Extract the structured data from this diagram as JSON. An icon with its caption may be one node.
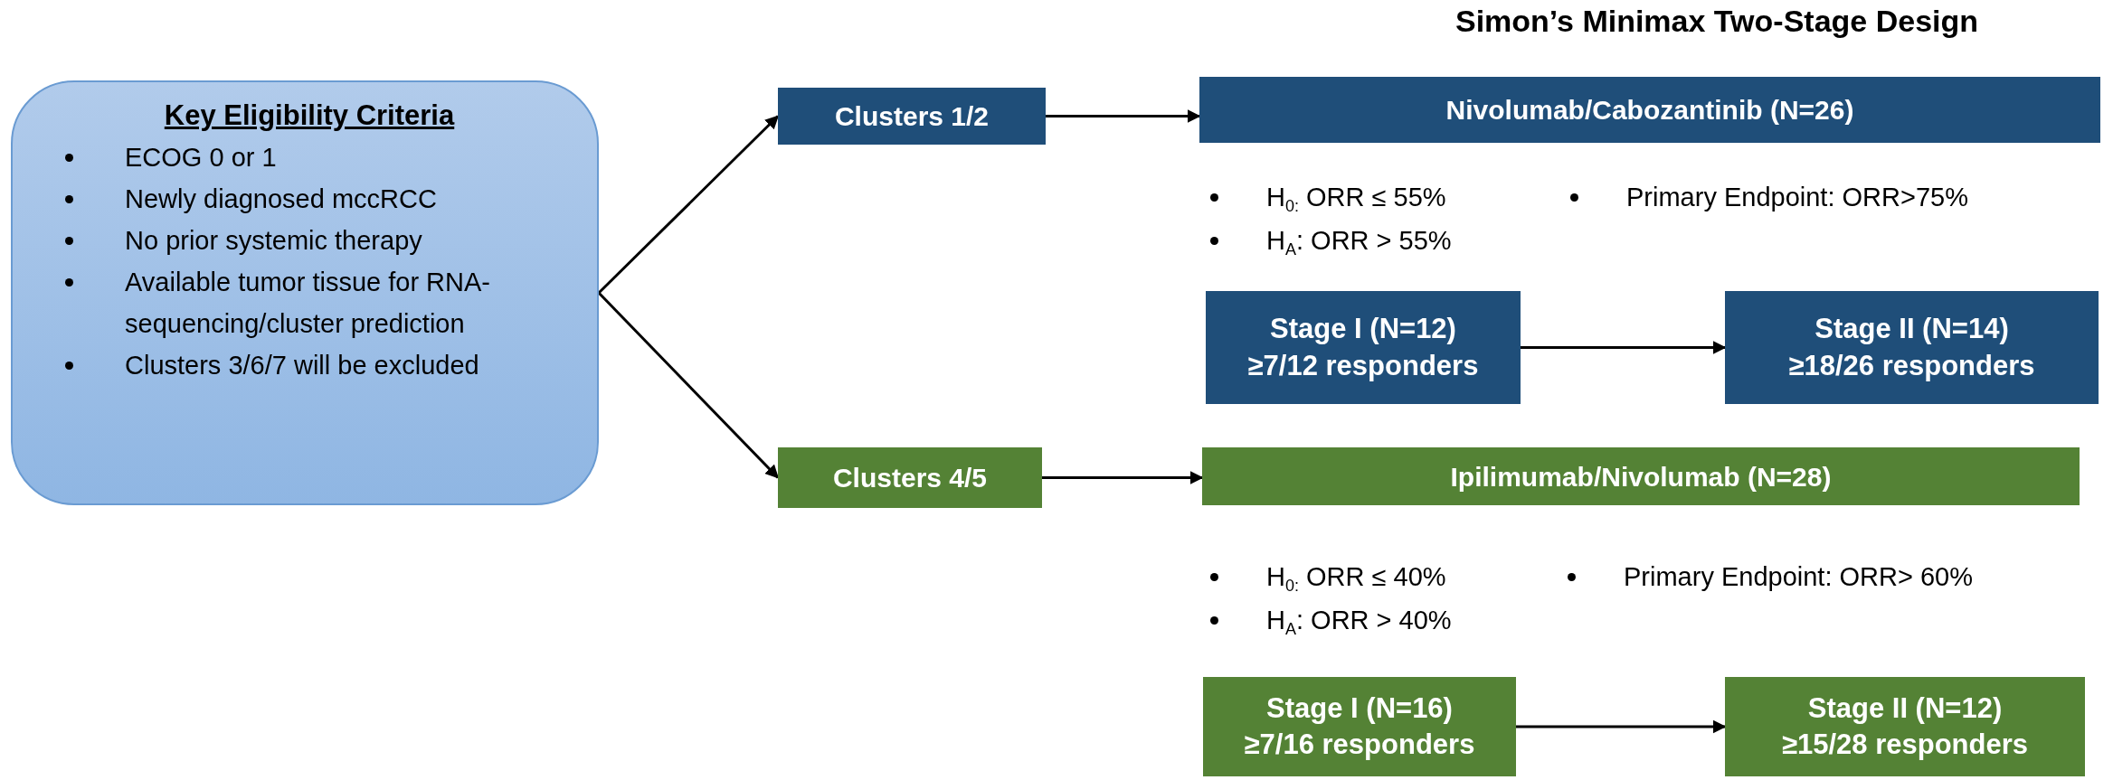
{
  "diagram": {
    "title": "Simon’s Minimax Two-Stage Design",
    "nodes": [
      {
        "text": [
          "Key Eligibility Criteria",
          "ECOG 0 or 1",
          "Newly diagnosed mccRCC",
          "No prior systemic therapy",
          "Available tumor tissue for RNA-sequencing/cluster prediction",
          "Clusters 3/6/7 will be excluded"
        ]
      },
      {
        "text": [
          "Clusters 1/2"
        ]
      },
      {
        "text": [
          "Nivolumab/Cabozantinib (N=26)"
        ]
      },
      {
        "text": [
          "Stage I (N=12)",
          "≥7/12 responders"
        ]
      },
      {
        "text": [
          "Stage II (N=14)",
          "≥18/26 responders"
        ]
      },
      {
        "text": [
          "Clusters 4/5"
        ]
      },
      {
        "text": [
          "Ipilimumab/Nivolumab (N=28)"
        ]
      },
      {
        "text": [
          "Stage I (N=16)",
          "≥7/16 responders"
        ]
      },
      {
        "text": [
          "Stage II (N=12)",
          "≥15/28 responders"
        ]
      }
    ],
    "edges": [
      {
        "from": 0,
        "to": 1,
        "arrow": "to"
      },
      {
        "from": 0,
        "to": 5,
        "arrow": "to"
      },
      {
        "from": 1,
        "to": 2,
        "arrow": "to"
      },
      {
        "from": 3,
        "to": 4,
        "arrow": "to"
      },
      {
        "from": 5,
        "to": 6,
        "arrow": "to"
      },
      {
        "from": 7,
        "to": 8,
        "arrow": "to"
      }
    ],
    "labels": [
      "H$_{0:}$ ORR ≤ 55%",
      "Primary Endpoint: ORR>75%",
      "H$_{A}$: ORR > 55%",
      "H$_{0:}$ ORR ≤ 40%",
      "Primary Endpoint: ORR> 60%",
      "H$_{A}$: ORR > 40%"
    ]
  }
}
